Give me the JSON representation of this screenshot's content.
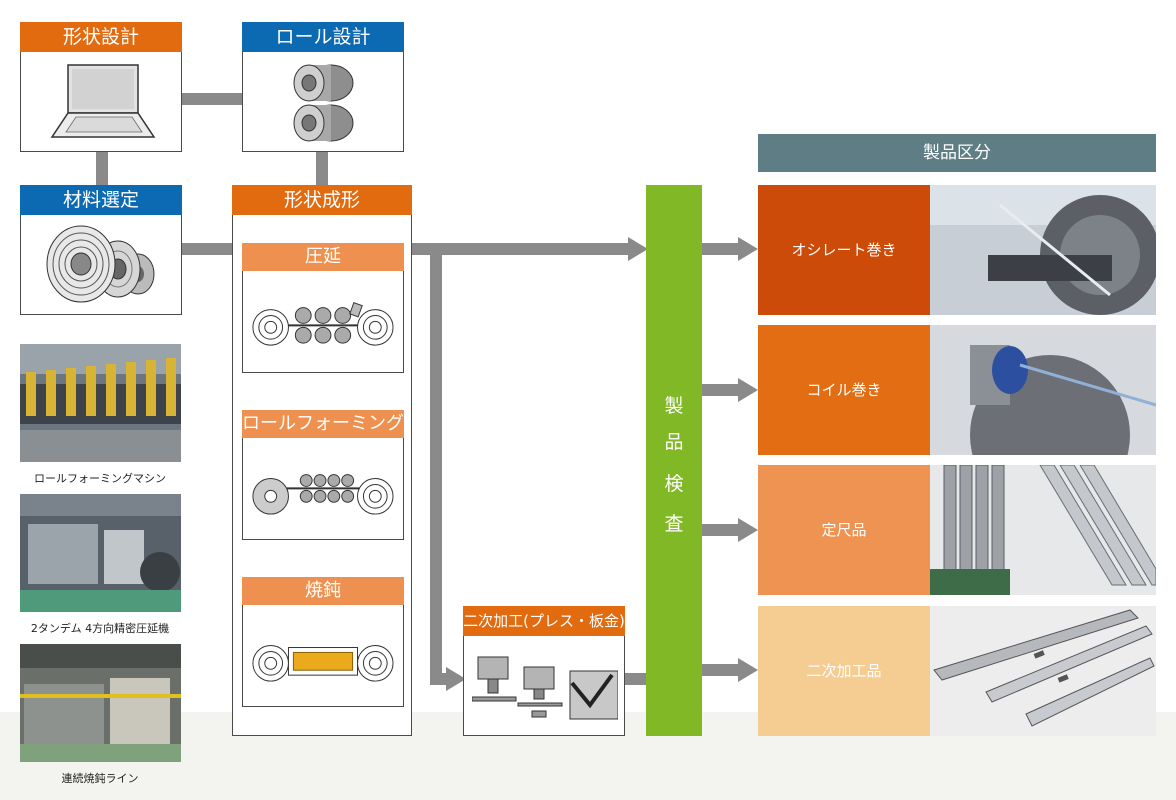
{
  "diagram": {
    "shape_design": "形状設計",
    "roll_design": "ロール設計",
    "material_selection": "材料選定",
    "shape_forming": "形状成形",
    "rolling": "圧延",
    "roll_forming": "ロールフォーミング",
    "annealing": "焼鈍",
    "secondary_processing": "二次加工(プレス・板金)",
    "inspection": [
      "製",
      "品",
      "検",
      "査"
    ]
  },
  "photos": [
    {
      "caption": "ロールフォーミングマシン"
    },
    {
      "caption": "2タンデム 4方向精密圧延機"
    },
    {
      "caption": "連続焼鈍ライン"
    }
  ],
  "categories": {
    "header": "製品区分",
    "items": [
      {
        "label": "オシレート巻き",
        "color": "#cc4b08"
      },
      {
        "label": "コイル巻き",
        "color": "#e36d12"
      },
      {
        "label": "定尺品",
        "color": "#ee9352"
      },
      {
        "label": "二次加工品",
        "color": "#f5cd93"
      }
    ]
  },
  "colors": {
    "orange_header": "#e26b10",
    "blue_header": "#0c6ab2",
    "sub_header": "#ee9150",
    "inspection": "#80b826",
    "category_header": "#5f7d84",
    "connector": "#8a8a8a"
  }
}
